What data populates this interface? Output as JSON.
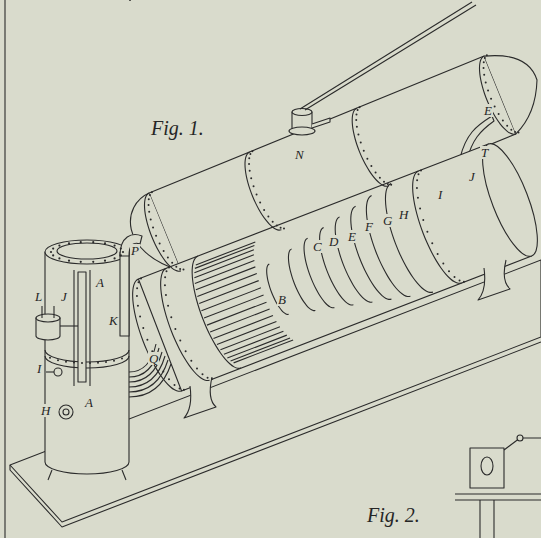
{
  "diagram": {
    "labels": [
      "Fig. 1.",
      "N",
      "E",
      "T",
      "J",
      "I",
      "H",
      "G",
      "F",
      "E",
      "D",
      "C",
      "B",
      "P",
      "A",
      "K",
      "L",
      "J",
      "Q",
      "I",
      "A",
      "H",
      "Fig. 2."
    ]
  }
}
